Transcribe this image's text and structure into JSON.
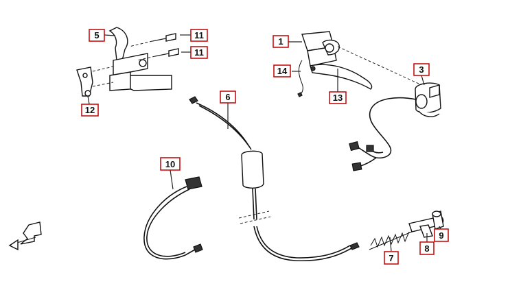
{
  "diagram": {
    "callouts": [
      {
        "label": "5"
      },
      {
        "label": "11"
      },
      {
        "label": "11"
      },
      {
        "label": "12"
      },
      {
        "label": "1"
      },
      {
        "label": "14"
      },
      {
        "label": "13"
      },
      {
        "label": "3"
      },
      {
        "label": "6"
      },
      {
        "label": "10"
      },
      {
        "label": "7"
      },
      {
        "label": "8"
      },
      {
        "label": "9"
      }
    ],
    "colors": {
      "callout_border": "#c00000",
      "ink": "#111111",
      "background": "#ffffff"
    },
    "icons": [
      "front-direction-arrow-icon"
    ]
  }
}
